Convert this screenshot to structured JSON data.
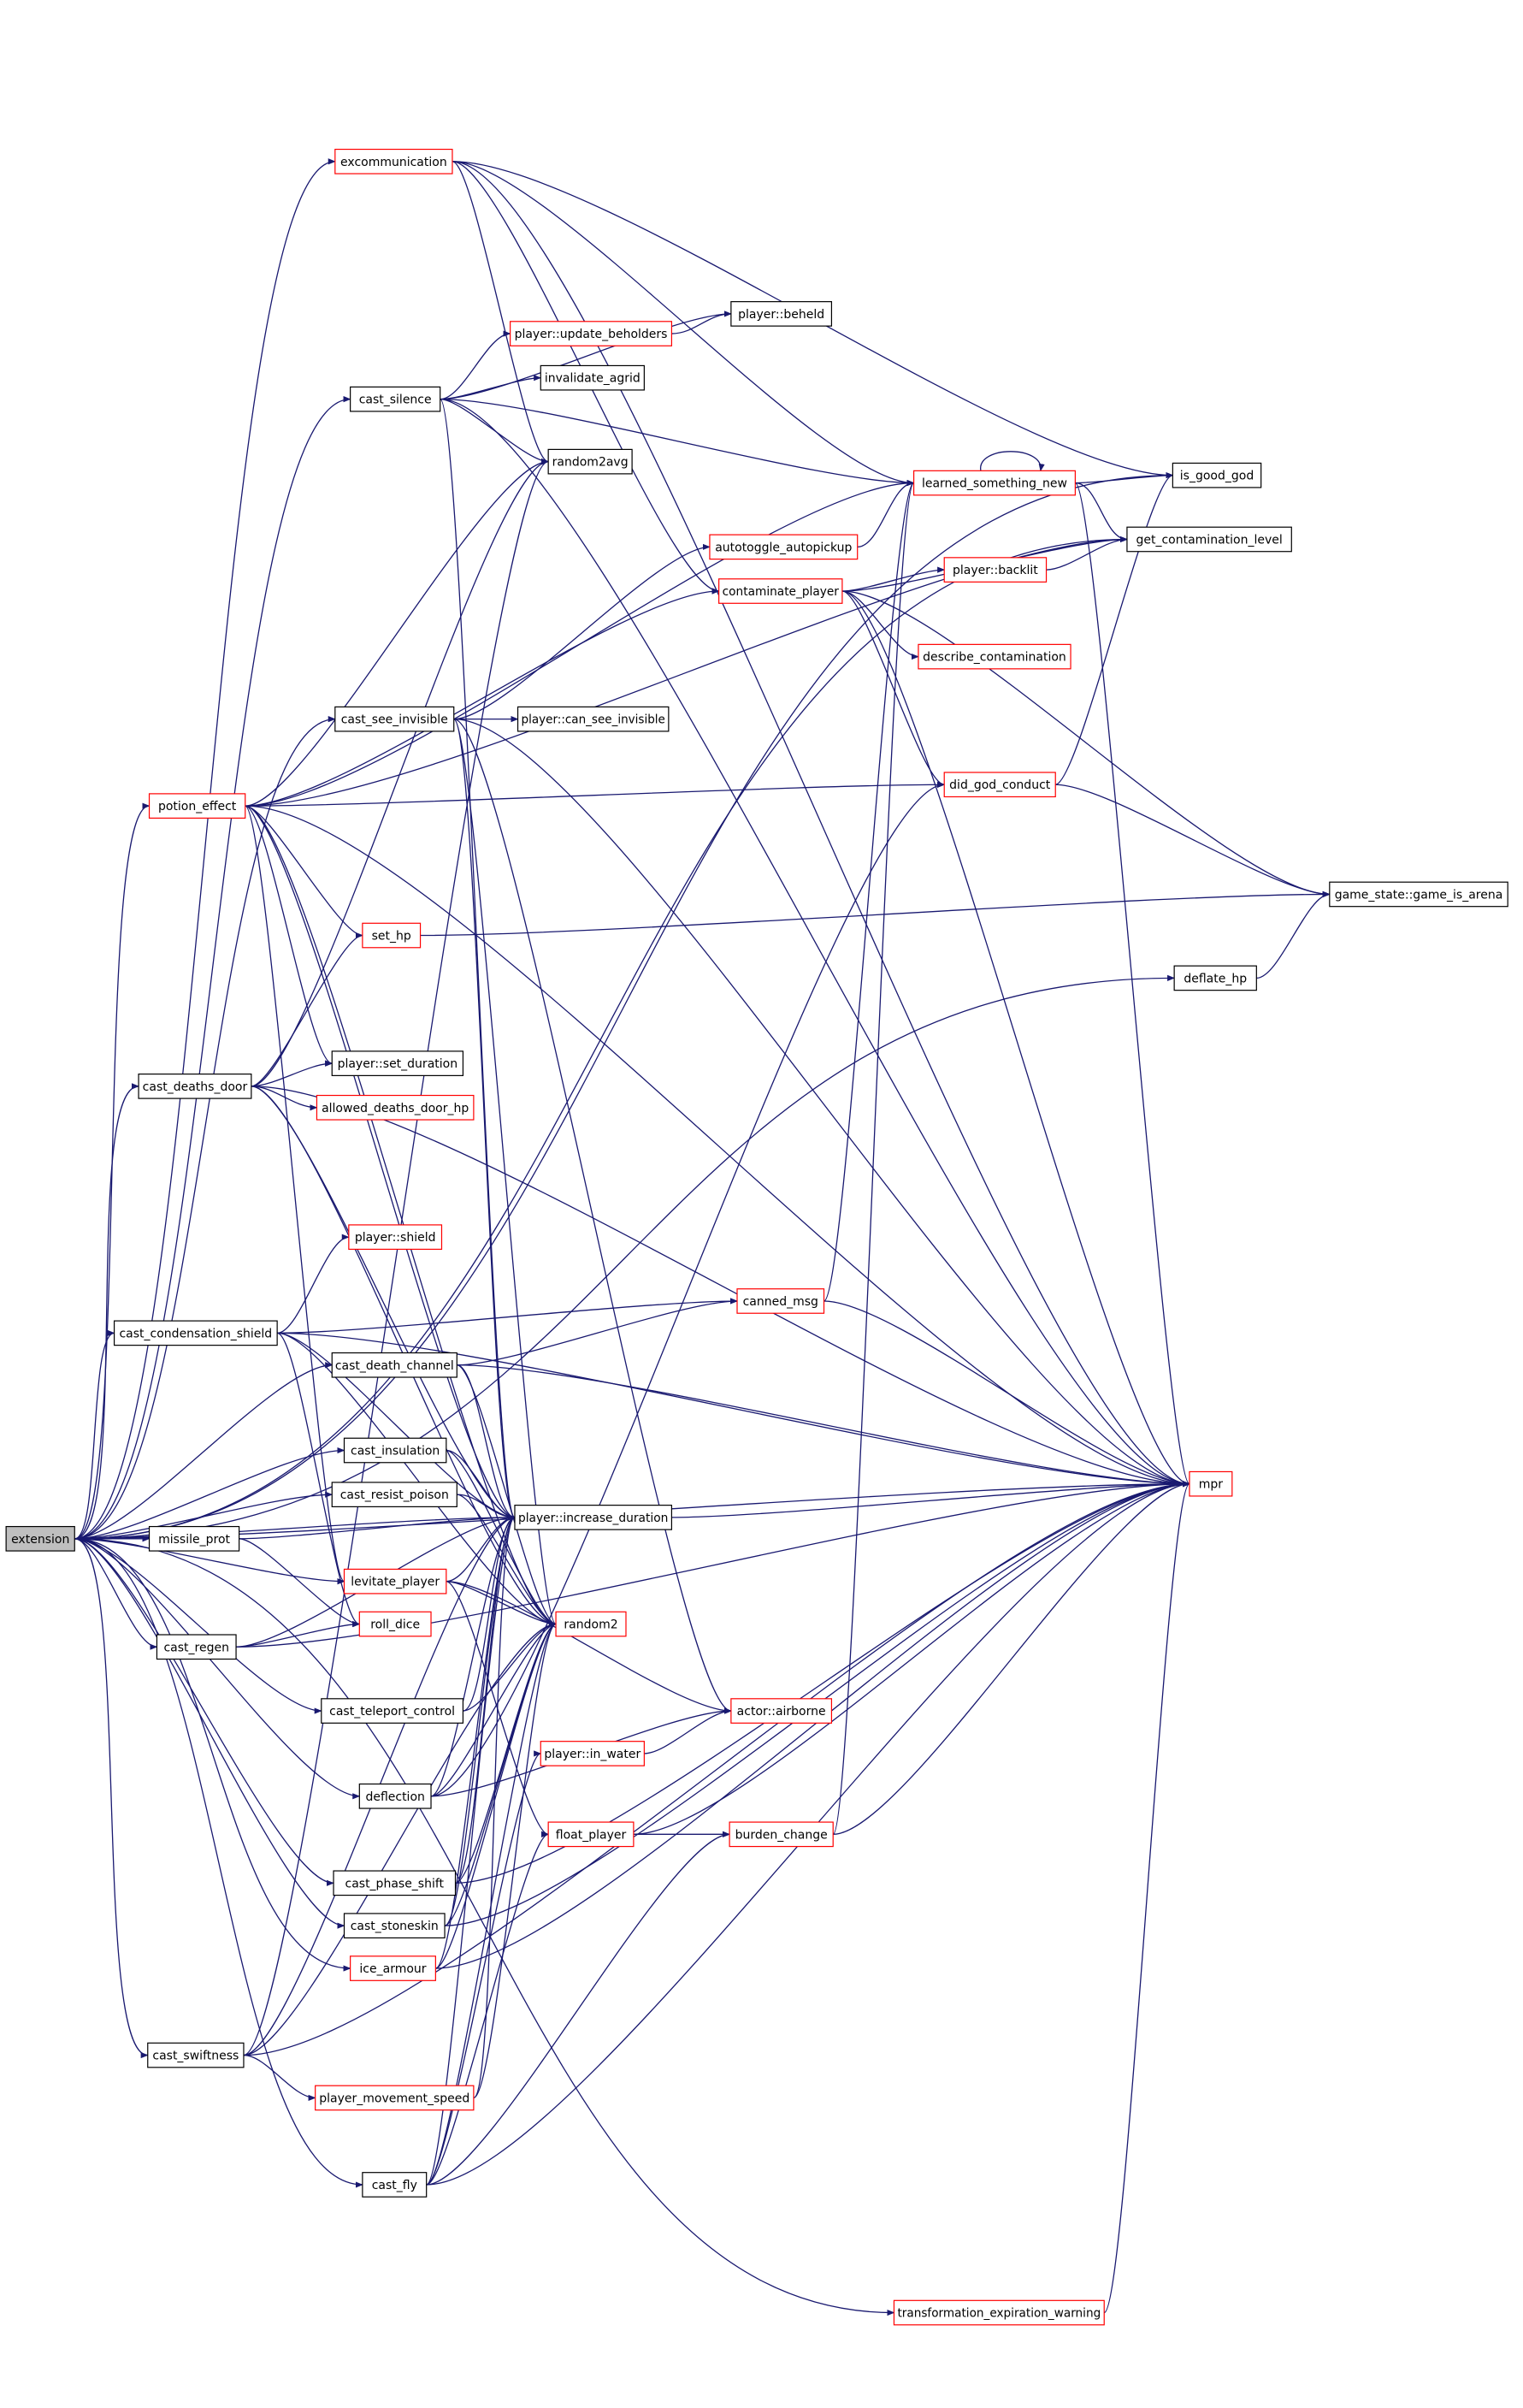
{
  "colors": {
    "edge": "#191970",
    "node_border_default": "#000000",
    "node_border_truncated": "#ff0000",
    "root_fill": "#bfbfbf",
    "node_fill": "#ffffff",
    "text": "#000000"
  },
  "graph": {
    "root": "extension",
    "nodes": [
      {
        "id": "extension",
        "label": "extension",
        "kind": "root"
      },
      {
        "id": "excommunication",
        "label": "excommunication",
        "kind": "truncated"
      },
      {
        "id": "player_beheld",
        "label": "player::beheld",
        "kind": "normal"
      },
      {
        "id": "player_update_beholders",
        "label": "player::update_beholders",
        "kind": "truncated"
      },
      {
        "id": "invalidate_agrid",
        "label": "invalidate_agrid",
        "kind": "normal"
      },
      {
        "id": "cast_silence",
        "label": "cast_silence",
        "kind": "normal"
      },
      {
        "id": "random2avg",
        "label": "random2avg",
        "kind": "normal"
      },
      {
        "id": "is_good_god",
        "label": "is_good_god",
        "kind": "normal"
      },
      {
        "id": "learned_something_new",
        "label": "learned_something_new",
        "kind": "truncated"
      },
      {
        "id": "get_contamination_level",
        "label": "get_contamination_level",
        "kind": "normal"
      },
      {
        "id": "autotoggle_autopickup",
        "label": "autotoggle_autopickup",
        "kind": "truncated"
      },
      {
        "id": "contaminate_player",
        "label": "contaminate_player",
        "kind": "truncated"
      },
      {
        "id": "player_backlit",
        "label": "player::backlit",
        "kind": "truncated"
      },
      {
        "id": "describe_contamination",
        "label": "describe_contamination",
        "kind": "truncated"
      },
      {
        "id": "cast_see_invisible",
        "label": "cast_see_invisible",
        "kind": "normal"
      },
      {
        "id": "player_can_see_invisible",
        "label": "player::can_see_invisible",
        "kind": "normal"
      },
      {
        "id": "did_god_conduct",
        "label": "did_god_conduct",
        "kind": "truncated"
      },
      {
        "id": "potion_effect",
        "label": "potion_effect",
        "kind": "truncated"
      },
      {
        "id": "game_state_game_is_arena",
        "label": "game_state::game_is_arena",
        "kind": "normal"
      },
      {
        "id": "set_hp",
        "label": "set_hp",
        "kind": "truncated"
      },
      {
        "id": "deflate_hp",
        "label": "deflate_hp",
        "kind": "normal"
      },
      {
        "id": "cast_deaths_door",
        "label": "cast_deaths_door",
        "kind": "normal"
      },
      {
        "id": "player_set_duration",
        "label": "player::set_duration",
        "kind": "normal"
      },
      {
        "id": "allowed_deaths_door_hp",
        "label": "allowed_deaths_door_hp",
        "kind": "truncated"
      },
      {
        "id": "player_shield",
        "label": "player::shield",
        "kind": "truncated"
      },
      {
        "id": "canned_msg",
        "label": "canned_msg",
        "kind": "truncated"
      },
      {
        "id": "cast_condensation_shield",
        "label": "cast_condensation_shield",
        "kind": "normal"
      },
      {
        "id": "cast_death_channel",
        "label": "cast_death_channel",
        "kind": "normal"
      },
      {
        "id": "mpr",
        "label": "mpr",
        "kind": "truncated"
      },
      {
        "id": "cast_insulation",
        "label": "cast_insulation",
        "kind": "normal"
      },
      {
        "id": "cast_resist_poison",
        "label": "cast_resist_poison",
        "kind": "normal"
      },
      {
        "id": "player_increase_duration",
        "label": "player::increase_duration",
        "kind": "normal"
      },
      {
        "id": "missile_prot",
        "label": "missile_prot",
        "kind": "normal"
      },
      {
        "id": "levitate_player",
        "label": "levitate_player",
        "kind": "truncated"
      },
      {
        "id": "roll_dice",
        "label": "roll_dice",
        "kind": "truncated"
      },
      {
        "id": "random2",
        "label": "random2",
        "kind": "truncated"
      },
      {
        "id": "cast_regen",
        "label": "cast_regen",
        "kind": "normal"
      },
      {
        "id": "cast_teleport_control",
        "label": "cast_teleport_control",
        "kind": "normal"
      },
      {
        "id": "actor_airborne",
        "label": "actor::airborne",
        "kind": "truncated"
      },
      {
        "id": "player_in_water",
        "label": "player::in_water",
        "kind": "truncated"
      },
      {
        "id": "deflection",
        "label": "deflection",
        "kind": "normal"
      },
      {
        "id": "float_player",
        "label": "float_player",
        "kind": "truncated"
      },
      {
        "id": "burden_change",
        "label": "burden_change",
        "kind": "truncated"
      },
      {
        "id": "cast_phase_shift",
        "label": "cast_phase_shift",
        "kind": "normal"
      },
      {
        "id": "cast_stoneskin",
        "label": "cast_stoneskin",
        "kind": "normal"
      },
      {
        "id": "ice_armour",
        "label": "ice_armour",
        "kind": "truncated"
      },
      {
        "id": "cast_swiftness",
        "label": "cast_swiftness",
        "kind": "normal"
      },
      {
        "id": "player_movement_speed",
        "label": "player_movement_speed",
        "kind": "truncated"
      },
      {
        "id": "cast_fly",
        "label": "cast_fly",
        "kind": "normal"
      },
      {
        "id": "transformation_expiration_warning",
        "label": "transformation_expiration_warning",
        "kind": "truncated"
      }
    ],
    "edges": [
      [
        "extension",
        "excommunication"
      ],
      [
        "extension",
        "is_good_god"
      ],
      [
        "extension",
        "cast_silence"
      ],
      [
        "extension",
        "cast_see_invisible"
      ],
      [
        "extension",
        "potion_effect"
      ],
      [
        "extension",
        "get_contamination_level"
      ],
      [
        "extension",
        "cast_deaths_door"
      ],
      [
        "extension",
        "deflate_hp"
      ],
      [
        "extension",
        "cast_condensation_shield"
      ],
      [
        "extension",
        "cast_death_channel"
      ],
      [
        "extension",
        "cast_insulation"
      ],
      [
        "extension",
        "cast_resist_poison"
      ],
      [
        "extension",
        "missile_prot"
      ],
      [
        "extension",
        "levitate_player"
      ],
      [
        "extension",
        "cast_regen"
      ],
      [
        "extension",
        "cast_teleport_control"
      ],
      [
        "extension",
        "deflection"
      ],
      [
        "extension",
        "cast_phase_shift"
      ],
      [
        "extension",
        "cast_stoneskin"
      ],
      [
        "extension",
        "ice_armour"
      ],
      [
        "extension",
        "cast_swiftness"
      ],
      [
        "extension",
        "cast_fly"
      ],
      [
        "extension",
        "transformation_expiration_warning"
      ],
      [
        "extension",
        "mpr"
      ],
      [
        "extension",
        "player_increase_duration"
      ],
      [
        "excommunication",
        "is_good_god"
      ],
      [
        "excommunication",
        "learned_something_new"
      ],
      [
        "excommunication",
        "random2avg"
      ],
      [
        "excommunication",
        "mpr"
      ],
      [
        "excommunication",
        "contaminate_player"
      ],
      [
        "cast_silence",
        "player_beheld"
      ],
      [
        "cast_silence",
        "player_update_beholders"
      ],
      [
        "cast_silence",
        "invalidate_agrid"
      ],
      [
        "cast_silence",
        "random2avg"
      ],
      [
        "cast_silence",
        "learned_something_new"
      ],
      [
        "cast_silence",
        "mpr"
      ],
      [
        "cast_silence",
        "player_increase_duration"
      ],
      [
        "player_update_beholders",
        "player_beheld"
      ],
      [
        "learned_something_new",
        "learned_something_new"
      ],
      [
        "learned_something_new",
        "is_good_god"
      ],
      [
        "learned_something_new",
        "get_contamination_level"
      ],
      [
        "learned_something_new",
        "mpr"
      ],
      [
        "autotoggle_autopickup",
        "learned_something_new"
      ],
      [
        "contaminate_player",
        "get_contamination_level"
      ],
      [
        "contaminate_player",
        "player_backlit"
      ],
      [
        "contaminate_player",
        "describe_contamination"
      ],
      [
        "contaminate_player",
        "did_god_conduct"
      ],
      [
        "contaminate_player",
        "mpr"
      ],
      [
        "contaminate_player",
        "game_state_game_is_arena"
      ],
      [
        "player_backlit",
        "get_contamination_level"
      ],
      [
        "cast_see_invisible",
        "player_can_see_invisible"
      ],
      [
        "cast_see_invisible",
        "autotoggle_autopickup"
      ],
      [
        "cast_see_invisible",
        "random2"
      ],
      [
        "cast_see_invisible",
        "player_increase_duration"
      ],
      [
        "cast_see_invisible",
        "mpr"
      ],
      [
        "cast_see_invisible",
        "actor_airborne"
      ],
      [
        "did_god_conduct",
        "is_good_god"
      ],
      [
        "did_god_conduct",
        "game_state_game_is_arena"
      ],
      [
        "potion_effect",
        "learned_something_new"
      ],
      [
        "potion_effect",
        "contaminate_player"
      ],
      [
        "potion_effect",
        "random2avg"
      ],
      [
        "potion_effect",
        "set_hp"
      ],
      [
        "potion_effect",
        "player_set_duration"
      ],
      [
        "potion_effect",
        "player_increase_duration"
      ],
      [
        "potion_effect",
        "random2"
      ],
      [
        "potion_effect",
        "mpr"
      ],
      [
        "potion_effect",
        "levitate_player"
      ],
      [
        "potion_effect",
        "did_god_conduct"
      ],
      [
        "potion_effect",
        "get_contamination_level"
      ],
      [
        "set_hp",
        "game_state_game_is_arena"
      ],
      [
        "deflate_hp",
        "game_state_game_is_arena"
      ],
      [
        "cast_deaths_door",
        "player_set_duration"
      ],
      [
        "cast_deaths_door",
        "allowed_deaths_door_hp"
      ],
      [
        "cast_deaths_door",
        "set_hp"
      ],
      [
        "cast_deaths_door",
        "random2avg"
      ],
      [
        "cast_deaths_door",
        "mpr"
      ],
      [
        "cast_deaths_door",
        "random2"
      ],
      [
        "cast_deaths_door",
        "player_increase_duration"
      ],
      [
        "canned_msg",
        "mpr"
      ],
      [
        "canned_msg",
        "learned_something_new"
      ],
      [
        "cast_condensation_shield",
        "player_shield"
      ],
      [
        "cast_condensation_shield",
        "canned_msg"
      ],
      [
        "cast_condensation_shield",
        "mpr"
      ],
      [
        "cast_condensation_shield",
        "roll_dice"
      ],
      [
        "cast_condensation_shield",
        "random2"
      ],
      [
        "cast_condensation_shield",
        "player_increase_duration"
      ],
      [
        "cast_death_channel",
        "canned_msg"
      ],
      [
        "cast_death_channel",
        "mpr"
      ],
      [
        "cast_death_channel",
        "player_increase_duration"
      ],
      [
        "cast_death_channel",
        "random2"
      ],
      [
        "cast_insulation",
        "player_increase_duration"
      ],
      [
        "cast_insulation",
        "random2"
      ],
      [
        "cast_resist_poison",
        "player_increase_duration"
      ],
      [
        "cast_resist_poison",
        "random2"
      ],
      [
        "player_increase_duration",
        "mpr"
      ],
      [
        "missile_prot",
        "player_increase_duration"
      ],
      [
        "missile_prot",
        "roll_dice"
      ],
      [
        "levitate_player",
        "player_increase_duration"
      ],
      [
        "levitate_player",
        "random2"
      ],
      [
        "levitate_player",
        "actor_airborne"
      ],
      [
        "levitate_player",
        "float_player"
      ],
      [
        "cast_regen",
        "roll_dice"
      ],
      [
        "cast_regen",
        "player_increase_duration"
      ],
      [
        "cast_regen",
        "mpr"
      ],
      [
        "cast_teleport_control",
        "player_increase_duration"
      ],
      [
        "cast_teleport_control",
        "random2"
      ],
      [
        "player_in_water",
        "actor_airborne"
      ],
      [
        "deflection",
        "player_increase_duration"
      ],
      [
        "deflection",
        "random2"
      ],
      [
        "deflection",
        "actor_airborne"
      ],
      [
        "deflection",
        "did_god_conduct"
      ],
      [
        "float_player",
        "burden_change"
      ],
      [
        "float_player",
        "mpr"
      ],
      [
        "burden_change",
        "mpr"
      ],
      [
        "burden_change",
        "learned_something_new"
      ],
      [
        "cast_phase_shift",
        "mpr"
      ],
      [
        "cast_phase_shift",
        "random2"
      ],
      [
        "cast_phase_shift",
        "player_increase_duration"
      ],
      [
        "cast_stoneskin",
        "mpr"
      ],
      [
        "cast_stoneskin",
        "random2"
      ],
      [
        "cast_stoneskin",
        "player_increase_duration"
      ],
      [
        "ice_armour",
        "mpr"
      ],
      [
        "ice_armour",
        "random2"
      ],
      [
        "ice_armour",
        "player_increase_duration"
      ],
      [
        "cast_swiftness",
        "player_movement_speed"
      ],
      [
        "cast_swiftness",
        "mpr"
      ],
      [
        "cast_swiftness",
        "random2"
      ],
      [
        "cast_swiftness",
        "player_increase_duration"
      ],
      [
        "cast_swiftness",
        "random2avg"
      ],
      [
        "player_movement_speed",
        "player_increase_duration"
      ],
      [
        "player_movement_speed",
        "random2"
      ],
      [
        "cast_fly",
        "player_in_water"
      ],
      [
        "cast_fly",
        "float_player"
      ],
      [
        "cast_fly",
        "burden_change"
      ],
      [
        "cast_fly",
        "mpr"
      ],
      [
        "cast_fly",
        "random2"
      ],
      [
        "cast_fly",
        "player_increase_duration"
      ],
      [
        "transformation_expiration_warning",
        "mpr"
      ]
    ]
  }
}
